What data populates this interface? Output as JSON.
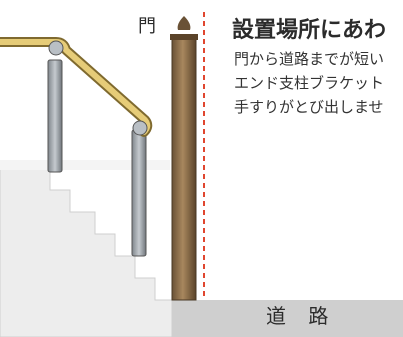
{
  "heading": "設置場所にあわ",
  "body_lines": [
    "門から道路までが短い",
    "エンド支柱ブラケット",
    "手すりがとび出しませ"
  ],
  "gate_label": "門",
  "road_label": "道 路",
  "colors": {
    "wall": "#eeeeee",
    "road": "#cfcfcf",
    "post": "#8a7050",
    "rail": "#e6cc78",
    "rail_outline": "#7f6a2f",
    "support": "#9ea4aa",
    "boundary_dash": "#e0462f"
  }
}
